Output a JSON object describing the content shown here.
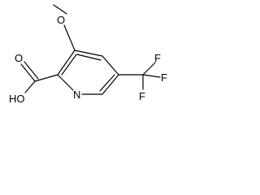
{
  "diagram": {
    "type": "chemical-structure",
    "atom_labels": {
      "methoxy_oxygen": "O",
      "ring_nitrogen": "N",
      "hydroxyl": "HO",
      "carbonyl_oxygen": "O",
      "f_top": "F",
      "f_middle": "F",
      "f_bottom": "F"
    },
    "colors": {
      "ink": "#000000",
      "background": "#ffffff"
    }
  }
}
